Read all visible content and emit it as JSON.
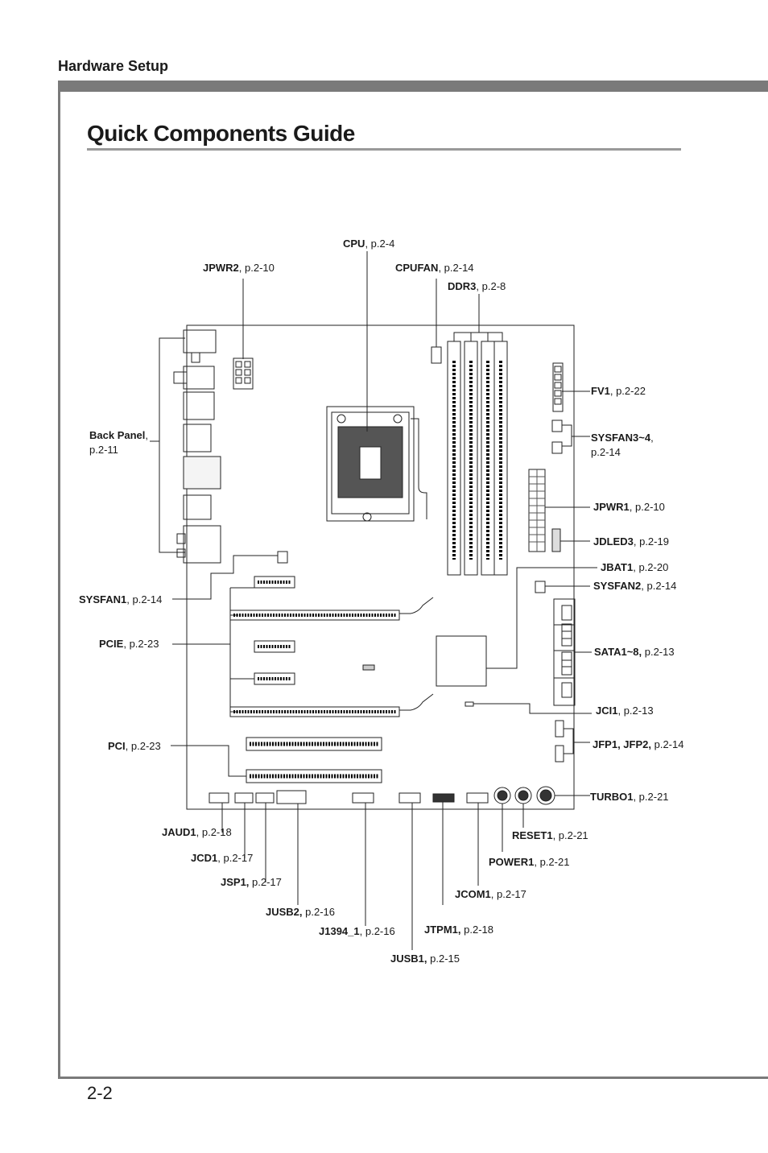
{
  "header": {
    "section": "Hardware Setup"
  },
  "page": {
    "title": "Quick Components Guide",
    "number": "2-2"
  },
  "labels": {
    "cpu": {
      "name": "CPU",
      "ref": ", p.2-4"
    },
    "jpwr2": {
      "name": "JPWR2",
      "ref": ", p.2-10"
    },
    "cpufan": {
      "name": "CPUFAN",
      "ref": ", p.2-14"
    },
    "ddr3": {
      "name": "DDR3",
      "ref": ", p.2-8"
    },
    "fv1": {
      "name": "FV1",
      "ref": ", p.2-22"
    },
    "sysfan34": {
      "name": "SYSFAN3~4",
      "ref": ",",
      "ref2": "p.2-14"
    },
    "backpanel": {
      "name": "Back Panel",
      "ref": ",",
      "ref2": "p.2-11"
    },
    "jpwr1": {
      "name": "JPWR1",
      "ref": ", p.2-10"
    },
    "jdled3": {
      "name": "JDLED3",
      "ref": ", p.2-19"
    },
    "jbat1": {
      "name": "JBAT1",
      "ref": ", p.2-20"
    },
    "sysfan2": {
      "name": "SYSFAN2",
      "ref": ", p.2-14"
    },
    "sysfan1": {
      "name": "SYSFAN1",
      "ref": ", p.2-14"
    },
    "pcie": {
      "name": "PCIE",
      "ref": ", p.2-23"
    },
    "sata": {
      "name": "SATA1~8,",
      "ref": " p.2-13"
    },
    "jci1": {
      "name": "JCI1",
      "ref": ", p.2-13"
    },
    "pci": {
      "name": "PCI",
      "ref": ", p.2-23"
    },
    "jfp": {
      "name": "JFP1, JFP2,",
      "ref": " p.2-14"
    },
    "turbo1": {
      "name": "TURBO1",
      "ref": ", p.2-21"
    },
    "jaud1": {
      "name": "JAUD1",
      "ref": ", p.2-18"
    },
    "reset1": {
      "name": "RESET1",
      "ref": ", p.2-21"
    },
    "jcd1": {
      "name": "JCD1",
      "ref": ", p.2-17"
    },
    "power1": {
      "name": "POWER1",
      "ref": ", p.2-21"
    },
    "jsp1": {
      "name": "JSP1,",
      "ref": " p.2-17"
    },
    "jcom1": {
      "name": "JCOM1",
      "ref": ", p.2-17"
    },
    "jusb2": {
      "name": "JUSB2,",
      "ref": " p.2-16"
    },
    "j1394": {
      "name": "J1394_1",
      "ref": ", p.2-16"
    },
    "jtpm1": {
      "name": "JTPM1,",
      "ref": " p.2-18"
    },
    "jusb1": {
      "name": "JUSB1,",
      "ref": " p.2-15"
    }
  }
}
